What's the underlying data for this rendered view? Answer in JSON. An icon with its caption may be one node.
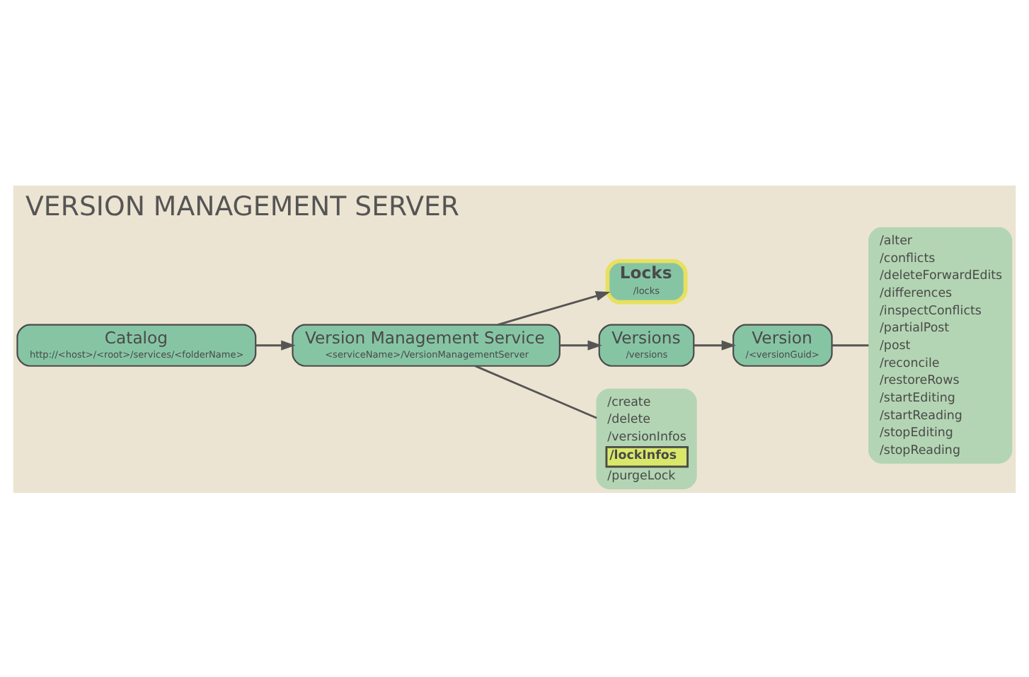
{
  "diagram": {
    "title": "VERSION MANAGEMENT SERVER",
    "nodes": [
      {
        "text": [
          "Catalog",
          "http://<host>/<root>/services/<folderName>"
        ]
      },
      {
        "text": [
          "Version Management Service",
          "<serviceName>/VersionManagementServer"
        ]
      },
      {
        "text": [
          "Locks",
          "/locks"
        ]
      },
      {
        "text": [
          "Versions",
          "/versions"
        ]
      },
      {
        "text": [
          "Version",
          "/<versionGuid>"
        ]
      },
      {
        "text": [
          "/create",
          "/delete",
          "/versionInfos",
          "/lockInfos",
          "/purgeLock"
        ]
      },
      {
        "text": [
          "/alter",
          "/conflicts",
          "/deleteForwardEdits",
          "/differences",
          "/inspectConflicts",
          "/partialPost",
          "/post",
          "/reconcile",
          "/restoreRows",
          "/startEditing",
          "/startReading",
          "/stopEditing",
          "/stopReading"
        ]
      }
    ],
    "edges": [
      {
        "from": 0,
        "to": 1,
        "arrow": "to"
      },
      {
        "from": 1,
        "to": 2,
        "arrow": "to"
      },
      {
        "from": 1,
        "to": 3,
        "arrow": "to"
      },
      {
        "from": 1,
        "to": 5,
        "arrow": "none"
      },
      {
        "from": 3,
        "to": 4,
        "arrow": "to"
      },
      {
        "from": 4,
        "to": 6,
        "arrow": "none"
      }
    ]
  }
}
